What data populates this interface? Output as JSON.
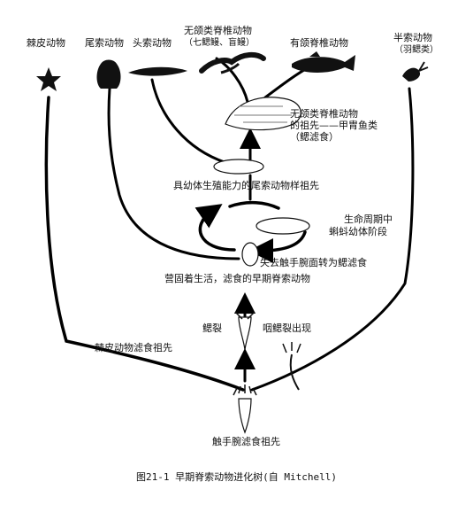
{
  "taxa": {
    "echinoderms": "棘皮动物",
    "tunicates": "尾索动物",
    "cephalochordates": "头索动物",
    "agnathans_line1": "无颌类脊椎动物",
    "agnathans_line2": "（七鳃鳗、盲鳗）",
    "gnathostomes": "有颌脊椎动物",
    "hemichordates_line1": "半索动物",
    "hemichordates_line2": "（羽鳃类）"
  },
  "annotations": {
    "agnathan_ancestor_line1": "无颌类脊椎动物",
    "agnathan_ancestor_line2": "的祖先——甲胄鱼类",
    "agnathan_ancestor_line3": "（鳃滤食）",
    "neotenic_ancestor": "具幼体生殖能力的尾索动物样祖先",
    "life_cycle_line1": "生命周期中",
    "life_cycle_line2": "蝌蚪幼体阶段",
    "lost_tentacles": "失去触手腕面转为鳃滤食",
    "sessile_chordate": "营固着生活，滤食的早期脊索动物",
    "gill_slits": "鳃裂",
    "pharyngeal_slits": "咽鳃裂出现",
    "echinoderm_ancestor": "棘皮动物滤食祖先",
    "lophophorate_ancestor": "触手腕滤食祖先"
  },
  "caption": "图21-1   早期脊索动物进化树(自 Mitchell)"
}
